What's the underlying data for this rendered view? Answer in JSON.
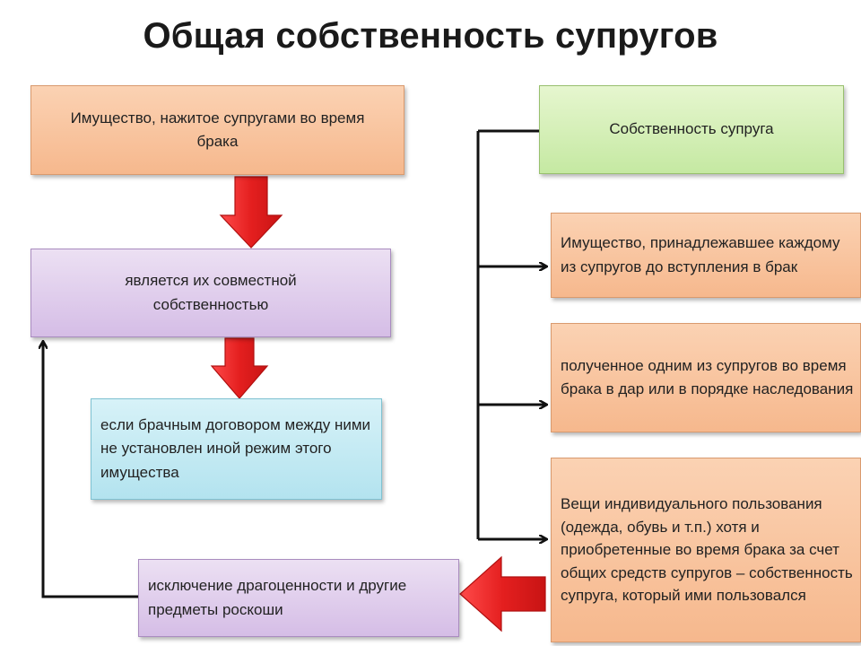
{
  "title": "Общая собственность супругов",
  "boxes": {
    "joint_property": "Имущество, нажитое супругами во время брака",
    "is_joint": "является их совместной собственностью",
    "unless_contract": "если брачным договором между ними не установлен иной режим этого имущества",
    "exception": "исключение драгоценности и другие предметы роскоши",
    "spouse_property": "Собственность супруга",
    "before_marriage": "Имущество, принадлежавшее каждому из супругов до вступления в брак",
    "gift_inheritance": "полученное одним из супругов во время брака в дар или в порядке наследования",
    "personal_items": "Вещи индивидуального пользования (одежда, обувь и т.п.) хотя и приобретенные во время брака за счет общих средств супругов – собственность супруга, который ими пользовался"
  },
  "colors": {
    "arrow_red": "#e41f1f",
    "orange": "#f6b88d",
    "purple": "#d5bde6",
    "green": "#c5e9a2",
    "cyan": "#b3e3ef",
    "line": "#111111"
  }
}
